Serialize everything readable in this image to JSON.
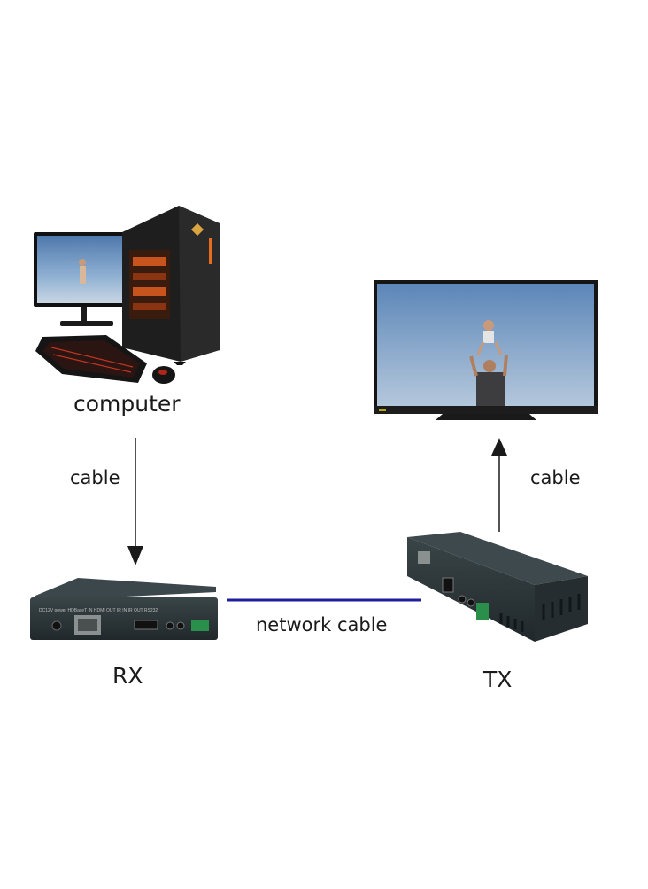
{
  "nodes": {
    "computer": {
      "label": "computer"
    },
    "rx": {
      "label": "RX"
    },
    "tx": {
      "label": "TX"
    }
  },
  "edges": {
    "computer_to_rx": {
      "label": "cable"
    },
    "rx_tx": {
      "label": "network cable",
      "color": "#1f1f9e"
    },
    "tx_to_tv": {
      "label": "cable"
    }
  },
  "colors": {
    "device_body": "#2c3538",
    "arrow": "#1a1a1a",
    "link": "#1f1f9e",
    "sky": "#6f93bd"
  }
}
